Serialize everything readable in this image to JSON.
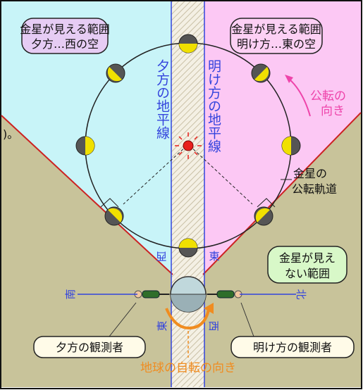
{
  "labels": {
    "evening_range": [
      "金星が見える範囲",
      "夕方…西の空"
    ],
    "morning_range": [
      "金星が見える範囲",
      "明け方…東の空"
    ],
    "evening_horizon": "夕方の地平線",
    "morning_horizon": "明け方の地平線",
    "revolution_direction": [
      "公転の",
      "向き"
    ],
    "venus_orbit": [
      "金星の",
      "公転軌道"
    ],
    "not_visible_range": [
      "金星が見え",
      "ない範囲"
    ],
    "evening_observer": "夕方の観測者",
    "morning_observer": "明け方の観測者",
    "earth_rotation": "地球の自転の向き",
    "dir_south": "南",
    "dir_north": "北",
    "dir_east": "東",
    "dir_west": "西",
    "edge_glyph": ")。"
  },
  "colors": {
    "sky_evening": "#c8f4f8",
    "sky_morning": "#fcc8f4",
    "ground": "#c8c39a",
    "orbit": "#222222",
    "horizon_line": "#3344dd",
    "boundary_line": "#cc2222",
    "venus_lit": "#f0e000",
    "venus_dark": "#555555",
    "sun": "#e8201c",
    "rotation_arrow": "#f08c20",
    "revolution_arrow": "#ee44aa",
    "evening_label_bg": "#e6ccf4",
    "morning_label_bg": "#fcd0f4",
    "not_visible_label_bg": "#d8f8c8",
    "observer_label_bg": "#fffbe8"
  },
  "icons": [
    "sun-icon",
    "venus-phase-icon",
    "earth-icon",
    "observer-icon",
    "revolution-arrow-icon",
    "rotation-arrow-icon"
  ]
}
